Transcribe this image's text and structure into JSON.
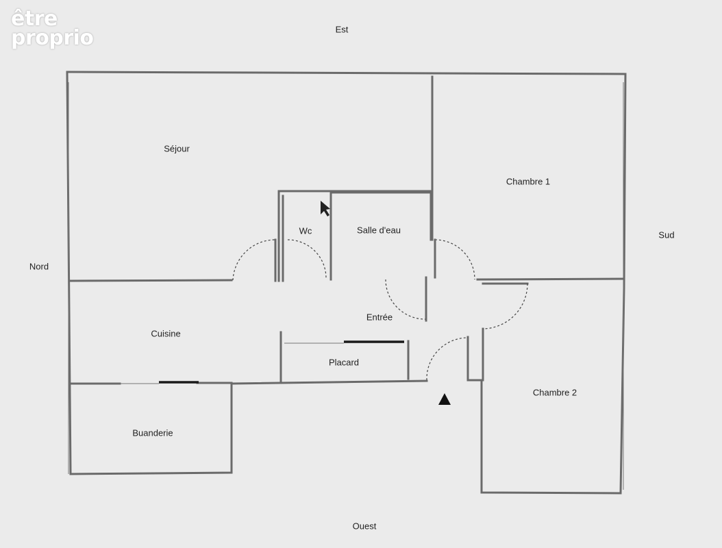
{
  "logo": {
    "line1": "être",
    "line2": "proprio"
  },
  "compass": {
    "north": "Nord",
    "south": "Sud",
    "east": "Est",
    "west": "Ouest"
  },
  "rooms": {
    "sejour": "Séjour",
    "wc": "Wc",
    "salle_deau": "Salle d'eau",
    "chambre1": "Chambre 1",
    "entree": "Entrée",
    "cuisine": "Cuisine",
    "placard": "Placard",
    "buanderie": "Buanderie",
    "chambre2": "Chambre 2"
  },
  "colors": {
    "background": "#ebebeb",
    "wall": "#6a6a6a",
    "text": "#222222"
  }
}
